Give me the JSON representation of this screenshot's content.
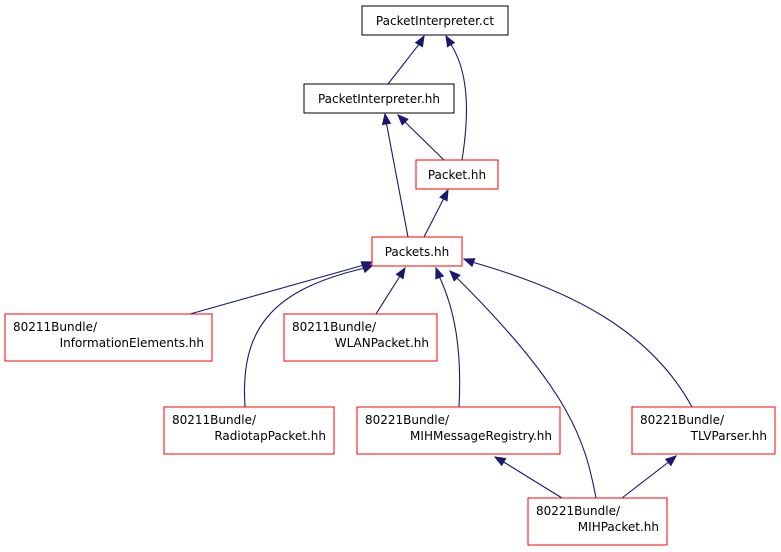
{
  "diagram": {
    "colors": {
      "edge": "#191970",
      "focus_fill": "#bfbfbf",
      "focus_border": "#000000",
      "doc_border": "#000000",
      "undoc_border": "#ff0000"
    },
    "nodes": [
      {
        "id": "packetinterpreter-ct",
        "lines": [
          "PacketInterpreter.ct"
        ],
        "style": "focus"
      },
      {
        "id": "packetinterpreter-hh",
        "lines": [
          "PacketInterpreter.hh"
        ],
        "style": "doc"
      },
      {
        "id": "packet-hh",
        "lines": [
          "Packet.hh"
        ],
        "style": "undoc"
      },
      {
        "id": "packets-hh",
        "lines": [
          "Packets.hh"
        ],
        "style": "undoc"
      },
      {
        "id": "informationelements-hh",
        "lines": [
          "80211Bundle/",
          "InformationElements.hh"
        ],
        "style": "undoc"
      },
      {
        "id": "wlanpacket-hh",
        "lines": [
          "80211Bundle/",
          "WLANPacket.hh"
        ],
        "style": "undoc"
      },
      {
        "id": "radiotappacket-hh",
        "lines": [
          "80211Bundle/",
          "RadiotapPacket.hh"
        ],
        "style": "undoc"
      },
      {
        "id": "mihmessageregistry-hh",
        "lines": [
          "80221Bundle/",
          "MIHMessageRegistry.hh"
        ],
        "style": "undoc"
      },
      {
        "id": "tlvparser-hh",
        "lines": [
          "80221Bundle/",
          "TLVParser.hh"
        ],
        "style": "undoc"
      },
      {
        "id": "mihpacket-hh",
        "lines": [
          "80221Bundle/",
          "MIHPacket.hh"
        ],
        "style": "undoc"
      }
    ],
    "edges": [
      {
        "from": "packetinterpreter-hh",
        "to": "packetinterpreter-ct"
      },
      {
        "from": "packet-hh",
        "to": "packetinterpreter-ct"
      },
      {
        "from": "packet-hh",
        "to": "packetinterpreter-hh"
      },
      {
        "from": "packets-hh",
        "to": "packetinterpreter-hh"
      },
      {
        "from": "packets-hh",
        "to": "packet-hh"
      },
      {
        "from": "informationelements-hh",
        "to": "packets-hh"
      },
      {
        "from": "wlanpacket-hh",
        "to": "packets-hh"
      },
      {
        "from": "radiotappacket-hh",
        "to": "packets-hh"
      },
      {
        "from": "mihmessageregistry-hh",
        "to": "packets-hh"
      },
      {
        "from": "tlvparser-hh",
        "to": "packets-hh"
      },
      {
        "from": "mihpacket-hh",
        "to": "packets-hh"
      },
      {
        "from": "mihpacket-hh",
        "to": "mihmessageregistry-hh"
      },
      {
        "from": "mihpacket-hh",
        "to": "tlvparser-hh"
      }
    ]
  }
}
